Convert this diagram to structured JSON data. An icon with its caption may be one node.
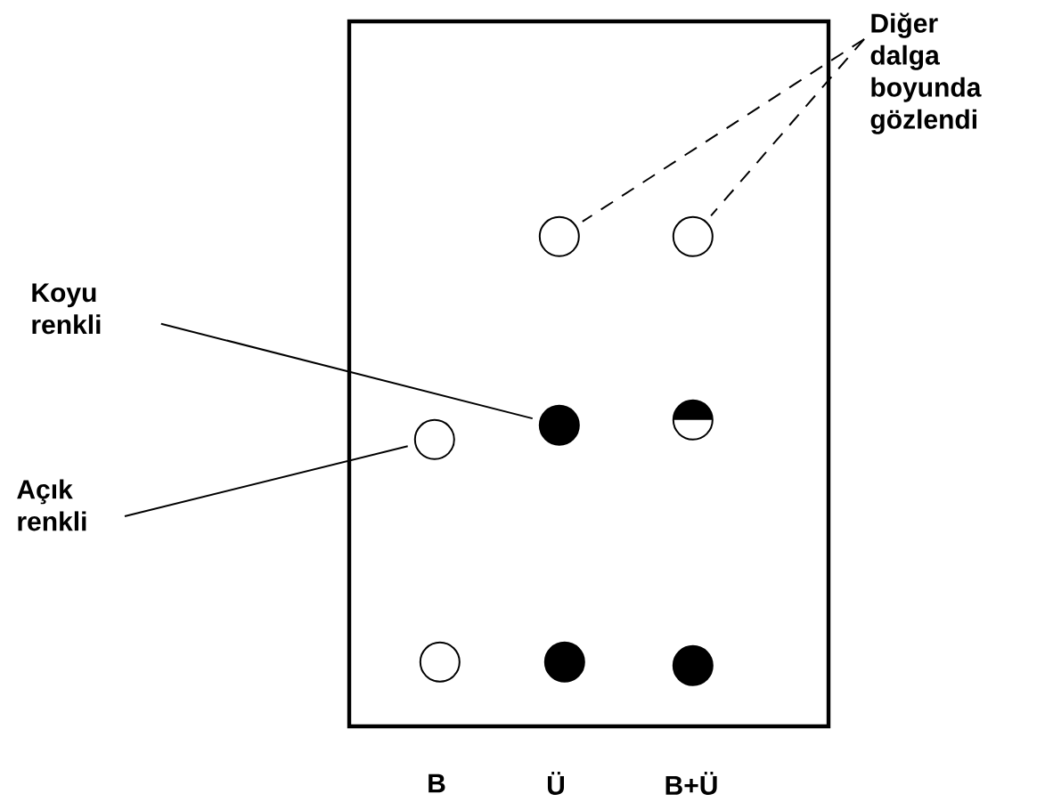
{
  "diagram": {
    "nodes": [
      {
        "text": [
          "Diğer dalga boyunda gözlendi"
        ]
      },
      {
        "text": [
          "Koyu renkli"
        ]
      },
      {
        "text": [
          "Açık renkli"
        ]
      },
      {
        "text": [],
        "shape": "box"
      },
      {
        "text": [],
        "shape": "circle",
        "in": 3
      },
      {
        "text": [],
        "shape": "circle",
        "in": 3
      },
      {
        "text": [],
        "shape": "circle",
        "in": 3
      },
      {
        "text": [],
        "shape": "dot",
        "in": 3
      },
      {
        "text": [],
        "shape": "half-dot",
        "in": 3
      },
      {
        "text": [],
        "shape": "circle",
        "in": 3
      },
      {
        "text": [],
        "shape": "dot",
        "in": 3
      },
      {
        "text": [],
        "shape": "dot",
        "in": 3
      }
    ],
    "edges": [
      {
        "from": 0,
        "to": 4,
        "arrow": "none",
        "style": "dashed"
      },
      {
        "from": 0,
        "to": 5,
        "arrow": "none",
        "style": "dashed"
      },
      {
        "from": 1,
        "to": 7,
        "arrow": "none"
      },
      {
        "from": 2,
        "to": 6,
        "arrow": "none"
      }
    ],
    "labels": [
      "B",
      "Ü",
      "B+Ü"
    ]
  }
}
